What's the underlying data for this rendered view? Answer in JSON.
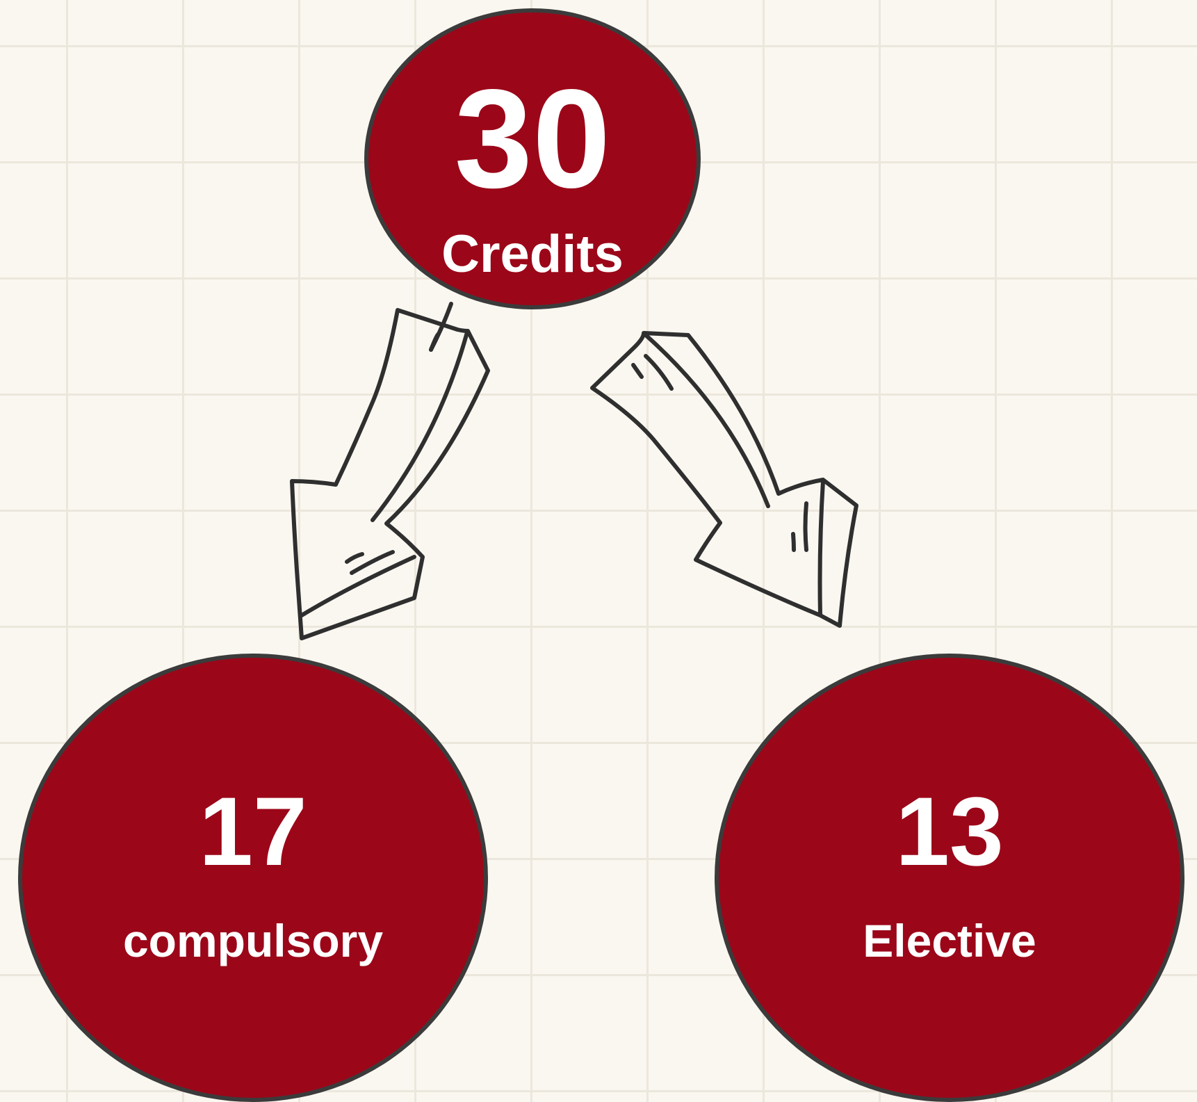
{
  "diagram": {
    "total": {
      "value": "30",
      "label": "Credits"
    },
    "compulsory": {
      "value": "17",
      "label": "compulsory"
    },
    "elective": {
      "value": "13",
      "label": "Elective"
    }
  },
  "colors": {
    "node_fill": "#9b0719",
    "node_border": "#3b3b3b",
    "text": "#ffffff",
    "arrow_stroke": "#2f2f2f",
    "background": "#faf7f0",
    "grid": "#ece7dc"
  },
  "icons": {
    "left_arrow": "hand-drawn-arrow-down-left-icon",
    "right_arrow": "hand-drawn-arrow-down-right-icon"
  }
}
